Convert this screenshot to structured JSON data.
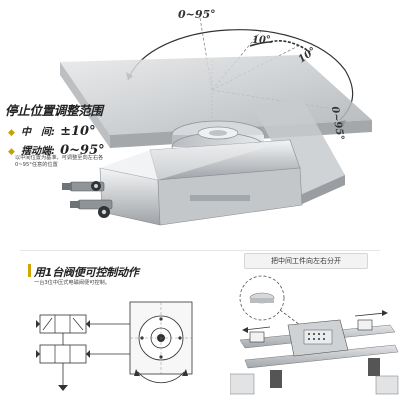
{
  "stop_position": {
    "title": "停止位置调整范围",
    "middle_label": "中　间:",
    "middle_value": "±10°",
    "end_label": "摆动端:",
    "end_value": "0~95°",
    "note": "以中间位置为基准，可调整至向左右各0~95°任意的位置"
  },
  "control": {
    "title": "用1台阀便可控制动作",
    "subtitle": "一台3位中压式电磁阀便可控制。"
  },
  "detail_banner": "把中间工件向左右分开",
  "angle_labels": {
    "top": "0~95°",
    "left": "10°",
    "right": "10°",
    "side": "0~95°"
  },
  "colors": {
    "accent": "#d4a400",
    "metal": "#c9cdd0",
    "plate": "#bfc3c6",
    "text": "#222222"
  }
}
